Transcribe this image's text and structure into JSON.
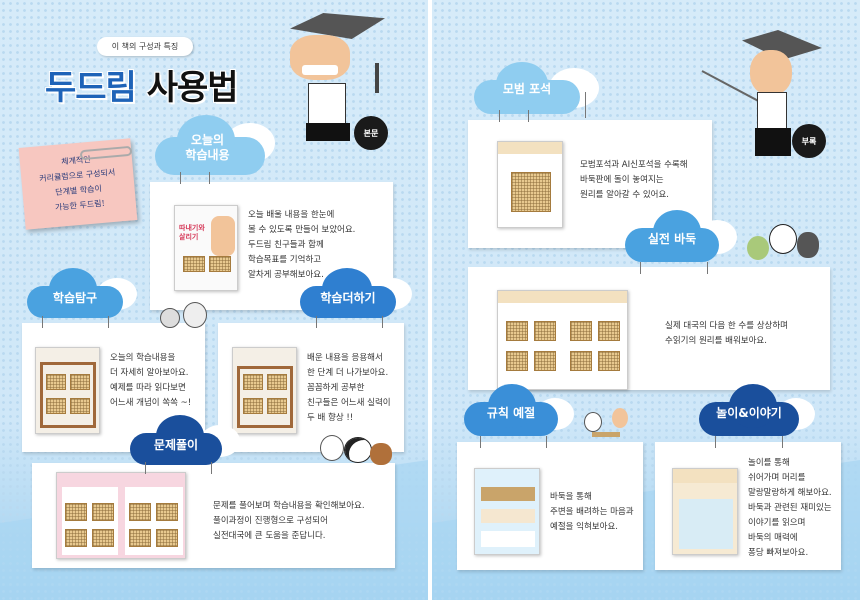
{
  "left_page": {
    "tag": "이 책의 구성과 특징",
    "title_blue": "두드림",
    "title_black": "사용법",
    "badge": "본문",
    "sticky_note": [
      "체계적인",
      "커리큘럼으로 구성되서",
      "단계별 학습이",
      "가능한 두드림!"
    ],
    "sections": [
      {
        "cloud": [
          "오늘의",
          "학습내용"
        ],
        "thumb_title": "따내기와 살리기",
        "text": [
          "오늘 배울 내용을 한눈에",
          "볼 수 있도록 만들어 보았어요.",
          "두드림 친구들과 함께",
          "학습목표를 기억하고",
          "알차게 공부해보아요."
        ]
      },
      {
        "cloud": [
          "학습탐구"
        ],
        "text": [
          "오늘의 학습내용을",
          "더 자세히 알아보아요.",
          "예제를 따라 읽다보면",
          "어느새 개념이 쏙쏙 ~!"
        ]
      },
      {
        "cloud": [
          "학습더하기"
        ],
        "text": [
          "배운 내용을 응용해서",
          "한 단계 더 나가보아요.",
          "꼼꼼하게 공부한",
          "친구들은 어느새 실력이",
          "두 배 향상 !!"
        ]
      },
      {
        "cloud": [
          "문제풀이"
        ],
        "text": [
          "문제를 풀어보며 학습내용을 확인해보아요.",
          "풀이과정이 진행형으로 구성되어",
          "실전대국에 큰 도움을 준답니다."
        ]
      }
    ]
  },
  "right_page": {
    "badge": "부록",
    "sections": [
      {
        "cloud": [
          "모범 포석"
        ],
        "text": [
          "모범포석과 AI신포석을 수록해",
          "바둑판에 돌이 놓여지는",
          "원리를 알아갈 수 있어요."
        ]
      },
      {
        "cloud": [
          "실전 바둑"
        ],
        "text": [
          "실제 대국의 다음 한 수를 상상하며",
          "수읽기의 원리를 배워보아요."
        ]
      },
      {
        "cloud": [
          "규칙 예절"
        ],
        "text": [
          "바둑을 통해",
          "주변을 배려하는 마음과",
          "예절을 익혀보아요."
        ]
      },
      {
        "cloud": [
          "놀이&이야기"
        ],
        "text": [
          "놀이를 통해",
          "쉬어가며 머리를",
          "말랑말랑하게 해보아요.",
          "바둑과 관련된 재미있는",
          "이야기를 읽으며",
          "바둑의 매력에",
          "퐁당 빠져보아요."
        ]
      }
    ]
  },
  "colors": {
    "cloud_light": "#8fcdf0",
    "cloud_mid": "#3f96d8",
    "cloud_dark": "#1a4f9c",
    "title_blue": "#1e63b8"
  }
}
